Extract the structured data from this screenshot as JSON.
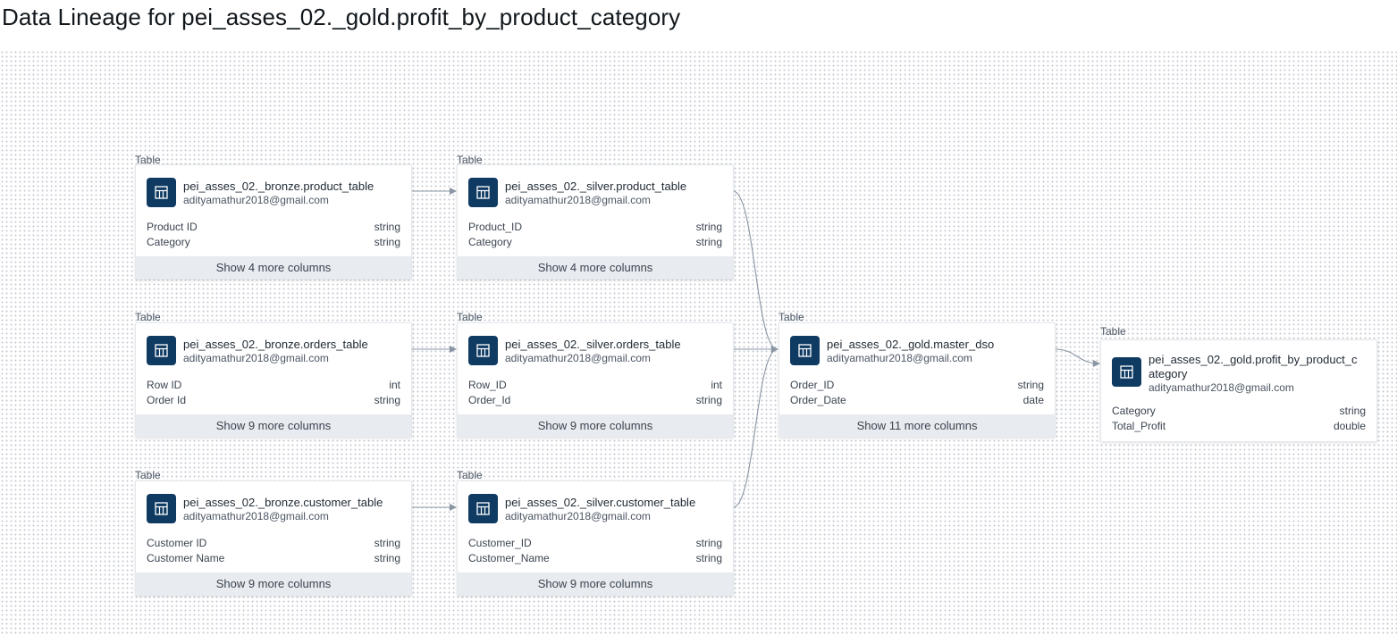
{
  "page_title": "Data Lineage for pei_asses_02._gold.profit_by_product_category",
  "colors": {
    "icon_bg": "#0f3a62",
    "edge": "#8a96a3",
    "more_bg": "#e8ebef"
  },
  "nodes": {
    "bronze_product": {
      "kind": "Table",
      "name": "pei_asses_02._bronze.product_table",
      "owner": "adityamathur2018@gmail.com",
      "columns": [
        {
          "name": "Product ID",
          "type": "string"
        },
        {
          "name": "Category",
          "type": "string"
        }
      ],
      "more": "Show 4 more columns"
    },
    "silver_product": {
      "kind": "Table",
      "name": "pei_asses_02._silver.product_table",
      "owner": "adityamathur2018@gmail.com",
      "columns": [
        {
          "name": "Product_ID",
          "type": "string"
        },
        {
          "name": "Category",
          "type": "string"
        }
      ],
      "more": "Show 4 more columns"
    },
    "bronze_orders": {
      "kind": "Table",
      "name": "pei_asses_02._bronze.orders_table",
      "owner": "adityamathur2018@gmail.com",
      "columns": [
        {
          "name": "Row ID",
          "type": "int"
        },
        {
          "name": "Order Id",
          "type": "string"
        }
      ],
      "more": "Show 9 more columns"
    },
    "silver_orders": {
      "kind": "Table",
      "name": "pei_asses_02._silver.orders_table",
      "owner": "adityamathur2018@gmail.com",
      "columns": [
        {
          "name": "Row_ID",
          "type": "int"
        },
        {
          "name": "Order_Id",
          "type": "string"
        }
      ],
      "more": "Show 9 more columns"
    },
    "gold_master": {
      "kind": "Table",
      "name": "pei_asses_02._gold.master_dso",
      "owner": "adityamathur2018@gmail.com",
      "columns": [
        {
          "name": "Order_ID",
          "type": "string"
        },
        {
          "name": "Order_Date",
          "type": "date"
        }
      ],
      "more": "Show 11 more columns"
    },
    "bronze_customer": {
      "kind": "Table",
      "name": "pei_asses_02._bronze.customer_table",
      "owner": "adityamathur2018@gmail.com",
      "columns": [
        {
          "name": "Customer ID",
          "type": "string"
        },
        {
          "name": "Customer Name",
          "type": "string"
        }
      ],
      "more": "Show 9 more columns"
    },
    "silver_customer": {
      "kind": "Table",
      "name": "pei_asses_02._silver.customer_table",
      "owner": "adityamathur2018@gmail.com",
      "columns": [
        {
          "name": "Customer_ID",
          "type": "string"
        },
        {
          "name": "Customer_Name",
          "type": "string"
        }
      ],
      "more": "Show 9 more columns"
    },
    "gold_profit": {
      "kind": "Table",
      "name": "pei_asses_02._gold.profit_by_product_category",
      "owner": "adityamathur2018@gmail.com",
      "columns": [
        {
          "name": "Category",
          "type": "string"
        },
        {
          "name": "Total_Profit",
          "type": "double"
        }
      ]
    }
  }
}
